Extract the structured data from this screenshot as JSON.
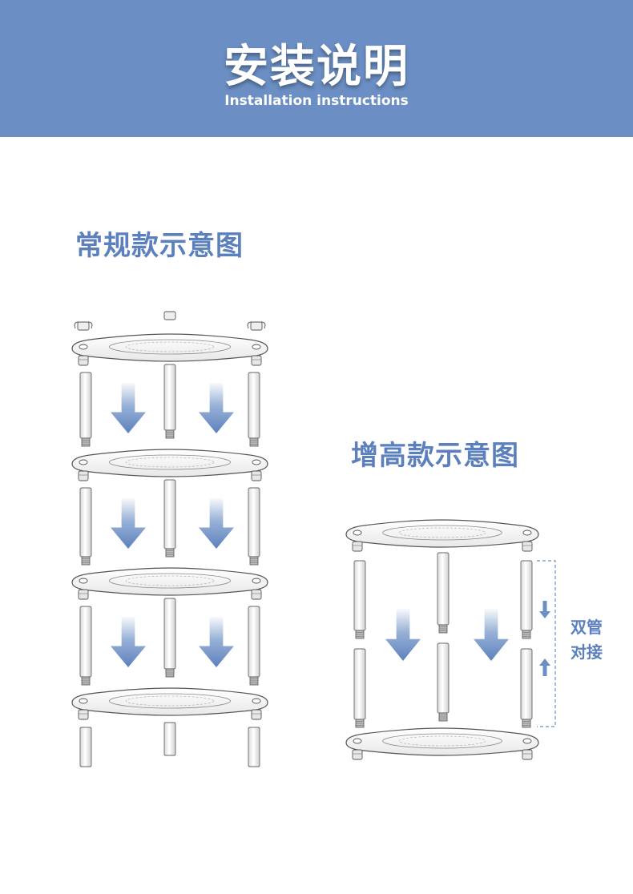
{
  "header": {
    "title": "安装说明",
    "subtitle": "Installation instructions",
    "color": "#6b8fc4"
  },
  "sections": {
    "regular": {
      "title": "常规款示意图",
      "shelves": 4,
      "poles_per_level": 3
    },
    "heightened": {
      "title": "增高款示意图",
      "note_line1": "双管",
      "note_line2": "对接"
    }
  },
  "colors": {
    "accent": "#5b80bd",
    "arrow": "#6b8fc4"
  },
  "icons": [
    "down-arrow-icon",
    "up-arrow-icon"
  ]
}
